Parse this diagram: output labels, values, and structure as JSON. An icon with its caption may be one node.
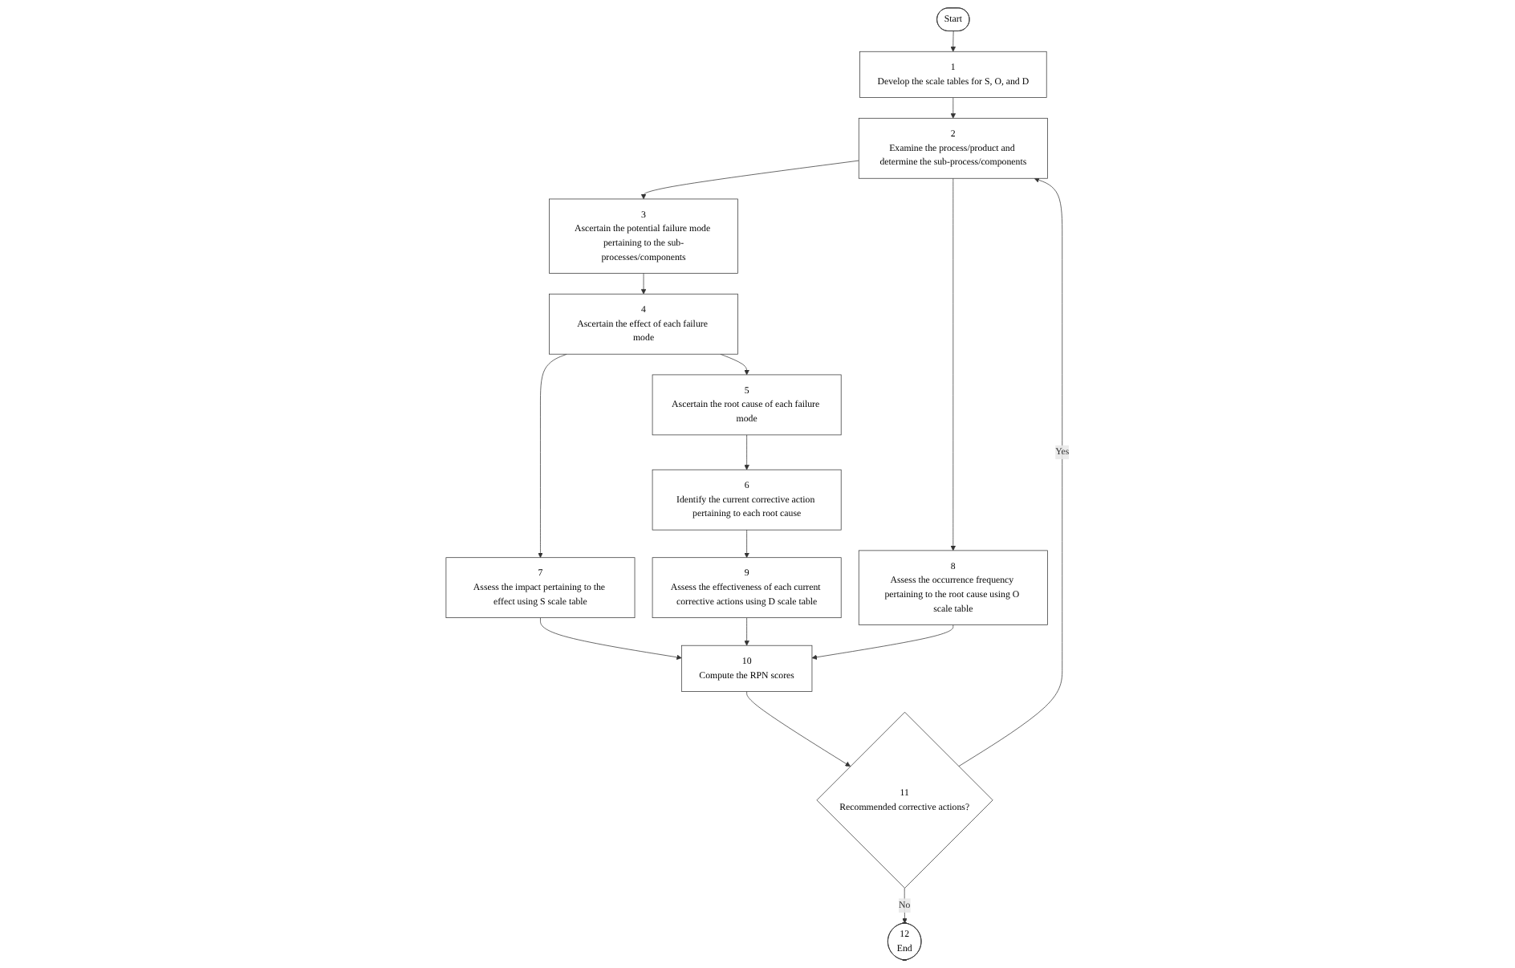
{
  "diagram": {
    "nodes": [
      {
        "text": [
          "Start"
        ]
      },
      {
        "text": [
          "1",
          "Develop the scale tables for S, O, and D"
        ]
      },
      {
        "text": [
          "2",
          "Examine the process/product and determine the sub-process/components"
        ]
      },
      {
        "text": [
          "3",
          "Ascertain the potential failure mode pertaining to the sub-processes/components"
        ]
      },
      {
        "text": [
          "4",
          "Ascertain the effect of each failure mode"
        ]
      },
      {
        "text": [
          "5",
          "Ascertain the root cause of each failure mode"
        ]
      },
      {
        "text": [
          "6",
          "Identify the current corrective action pertaining to each root cause"
        ]
      },
      {
        "text": [
          "7",
          "Assess the impact pertaining to the effect using S scale table"
        ]
      },
      {
        "text": [
          "9",
          "Assess the effectiveness of each current corrective actions using D scale table"
        ]
      },
      {
        "text": [
          "8",
          "Assess the occurrence frequency pertaining to the root cause using O scale table"
        ]
      },
      {
        "text": [
          "10",
          "Compute the RPN scores"
        ]
      },
      {
        "text": [
          "11",
          "Recommended corrective actions?"
        ]
      },
      {
        "text": [
          "12",
          "End"
        ]
      }
    ],
    "edges": [
      {
        "from": 0,
        "to": 1,
        "arrow": "to"
      },
      {
        "from": 1,
        "to": 2,
        "arrow": "to"
      },
      {
        "from": 2,
        "to": 3,
        "arrow": "to"
      },
      {
        "from": 3,
        "to": 4,
        "arrow": "to"
      },
      {
        "from": 4,
        "to": 5,
        "arrow": "to"
      },
      {
        "from": 5,
        "to": 6,
        "arrow": "to"
      },
      {
        "from": 6,
        "to": 8,
        "arrow": "to"
      },
      {
        "from": 4,
        "to": 7,
        "arrow": "to"
      },
      {
        "from": 2,
        "to": 9,
        "arrow": "to"
      },
      {
        "from": 7,
        "to": 10,
        "arrow": "to"
      },
      {
        "from": 8,
        "to": 10,
        "arrow": "to"
      },
      {
        "from": 9,
        "to": 10,
        "arrow": "to"
      },
      {
        "from": 10,
        "to": 11,
        "arrow": "to"
      },
      {
        "from": 11,
        "to": 2,
        "arrow": "to",
        "label": "Yes"
      },
      {
        "from": 11,
        "to": 12,
        "arrow": "to",
        "label": "No"
      }
    ]
  }
}
